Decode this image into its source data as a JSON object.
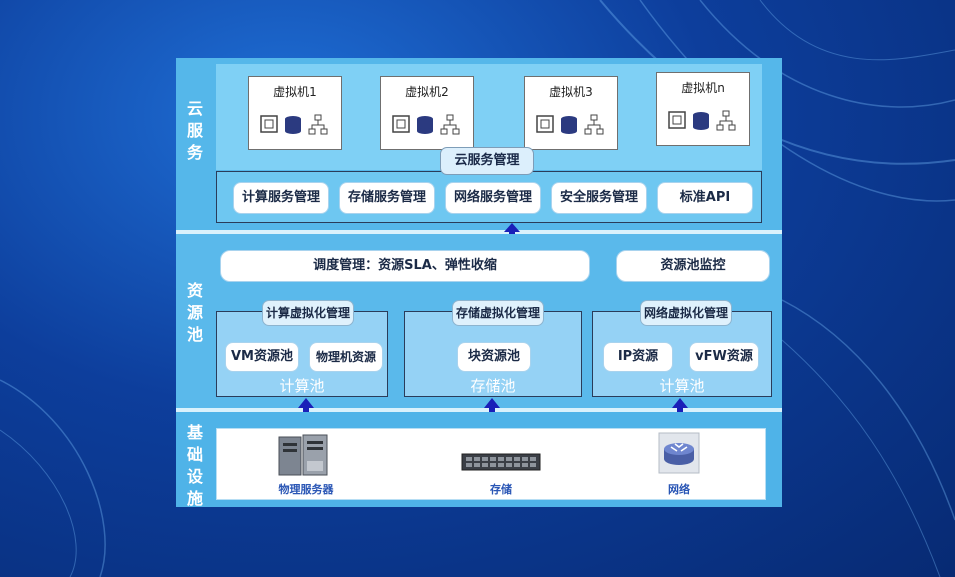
{
  "layers": {
    "cloud_label": "云服务",
    "resource_label": "资源池",
    "infra_label": "基础设施"
  },
  "vms": [
    {
      "title": "虚拟机1"
    },
    {
      "title": "虚拟机2"
    },
    {
      "title": "虚拟机3"
    },
    {
      "title": "虚拟机n"
    }
  ],
  "cloud_mgmt": {
    "title": "云服务管理",
    "items": [
      "计算服务管理",
      "存储服务管理",
      "网络服务管理",
      "安全服务管理",
      "标准API"
    ]
  },
  "resource": {
    "scheduler": "调度管理：资源SLA、弹性收缩",
    "monitor": "资源池监控",
    "pools": [
      {
        "title": "计算虚拟化管理",
        "items": [
          "VM资源池",
          "物理机资源"
        ],
        "caption": "计算池"
      },
      {
        "title": "存储虚拟化管理",
        "items": [
          "块资源池"
        ],
        "caption": "存储池"
      },
      {
        "title": "网络虚拟化管理",
        "items": [
          "IP资源",
          "vFW资源"
        ],
        "caption": "计算池"
      }
    ]
  },
  "infra": {
    "items": [
      {
        "label": "物理服务器",
        "icon": "server-icon"
      },
      {
        "label": "存储",
        "icon": "storage-array-icon"
      },
      {
        "label": "网络",
        "icon": "router-icon"
      }
    ]
  },
  "colors": {
    "background": "#0d3e9c",
    "frame": "#55b7ea",
    "arrow": "#1a1fb8",
    "text_dark": "#1b2a46"
  }
}
